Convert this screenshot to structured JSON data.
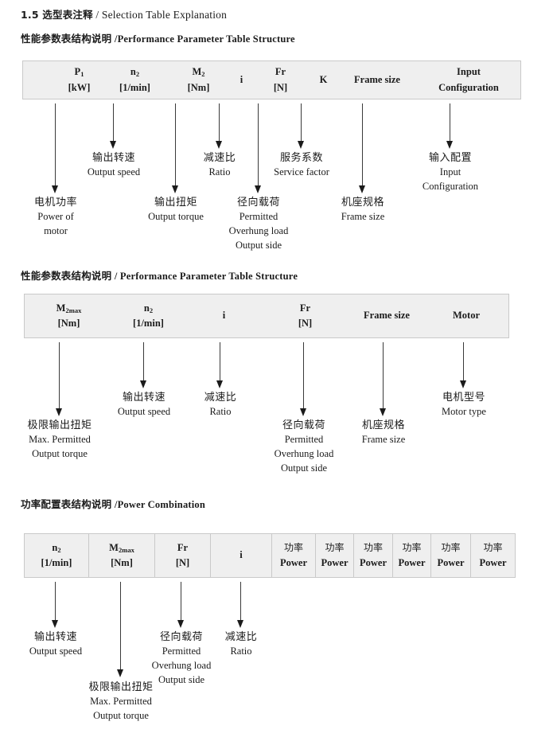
{
  "headings": {
    "doc_title_cn": "1.5 选型表注释",
    "doc_title_en": "/ Selection Table Explanation",
    "section1_cn": "性能参数表结构说明",
    "section1_en": "/Performance Parameter Table Structure",
    "section2_cn": "性能参数表结构说明",
    "section2_en": "/ Performance Parameter Table Structure",
    "section3_cn": "功率配置表结构说明",
    "section3_en": "/Power Combination"
  },
  "table1": {
    "columns": [
      {
        "symbol": "P",
        "sub": "1",
        "unit": "[kW]"
      },
      {
        "symbol": "n",
        "sub": "2",
        "unit": "[1/min]"
      },
      {
        "symbol": "M",
        "sub": "2",
        "unit": "[Nm]"
      },
      {
        "symbol": "i",
        "sub": "",
        "unit": ""
      },
      {
        "symbol": "Fr",
        "sub": "",
        "unit": "[N]"
      },
      {
        "symbol": "K",
        "sub": "",
        "unit": ""
      },
      {
        "symbol": "Frame size",
        "sub": "",
        "unit": ""
      },
      {
        "symbol": "Input",
        "sub": "",
        "unit": "Configuration"
      }
    ],
    "annotations": [
      {
        "cn": "电机功率",
        "en": [
          "Power of",
          "motor"
        ]
      },
      {
        "cn": "输出转速",
        "en": [
          "Output speed"
        ]
      },
      {
        "cn": "输出扭矩",
        "en": [
          "Output torque"
        ]
      },
      {
        "cn": "减速比",
        "en": [
          "Ratio"
        ]
      },
      {
        "cn": "径向载荷",
        "en": [
          "Permitted",
          "Overhung load",
          "Output side"
        ]
      },
      {
        "cn": "服务系数",
        "en": [
          "Service factor"
        ]
      },
      {
        "cn": "机座规格",
        "en": [
          "Frame size"
        ]
      },
      {
        "cn": "输入配置",
        "en": [
          "Input",
          "Configuration"
        ]
      }
    ]
  },
  "table2": {
    "columns": [
      {
        "symbol": "M",
        "sub": "2max",
        "unit": "[Nm]"
      },
      {
        "symbol": "n",
        "sub": "2",
        "unit": "[1/min]"
      },
      {
        "symbol": "i",
        "sub": "",
        "unit": ""
      },
      {
        "symbol": "Fr",
        "sub": "",
        "unit": "[N]"
      },
      {
        "symbol": "Frame size",
        "sub": "",
        "unit": ""
      },
      {
        "symbol": "Motor",
        "sub": "",
        "unit": ""
      }
    ],
    "annotations": [
      {
        "cn": "极限输出扭矩",
        "en": [
          "Max. Permitted",
          "Output  torque"
        ]
      },
      {
        "cn": "输出转速",
        "en": [
          "Output speed"
        ]
      },
      {
        "cn": "减速比",
        "en": [
          "Ratio"
        ]
      },
      {
        "cn": "径向载荷",
        "en": [
          "Permitted",
          "Overhung load",
          "Output side"
        ]
      },
      {
        "cn": "机座规格",
        "en": [
          "Frame size"
        ]
      },
      {
        "cn": "电机型号",
        "en": [
          "Motor type"
        ]
      }
    ]
  },
  "table3": {
    "columns": [
      {
        "symbol": "n",
        "sub": "2",
        "unit": "[1/min]",
        "cn": ""
      },
      {
        "symbol": "M",
        "sub": "2max",
        "unit": "[Nm]",
        "cn": ""
      },
      {
        "symbol": "Fr",
        "sub": "",
        "unit": "[N]",
        "cn": ""
      },
      {
        "symbol": "i",
        "sub": "",
        "unit": "",
        "cn": ""
      },
      {
        "symbol": "Power",
        "sub": "",
        "unit": "",
        "cn": "功率"
      },
      {
        "symbol": "Power",
        "sub": "",
        "unit": "",
        "cn": "功率"
      },
      {
        "symbol": "Power",
        "sub": "",
        "unit": "",
        "cn": "功率"
      },
      {
        "symbol": "Power",
        "sub": "",
        "unit": "",
        "cn": "功率"
      },
      {
        "symbol": "Power",
        "sub": "",
        "unit": "",
        "cn": "功率"
      },
      {
        "symbol": "Power",
        "sub": "",
        "unit": "",
        "cn": "功率"
      }
    ],
    "annotations": [
      {
        "cn": "输出转速",
        "en": [
          "Output speed"
        ]
      },
      {
        "cn": "极限输出扭矩",
        "en": [
          "Max. Permitted",
          "Output  torque"
        ]
      },
      {
        "cn": "径向载荷",
        "en": [
          "Permitted",
          "Overhung load",
          "Output side"
        ]
      },
      {
        "cn": "减速比",
        "en": [
          "Ratio"
        ]
      }
    ]
  },
  "colors": {
    "table_fill": "#efefef",
    "table_border": "#c9c9c9",
    "text": "#1b1b1b"
  }
}
